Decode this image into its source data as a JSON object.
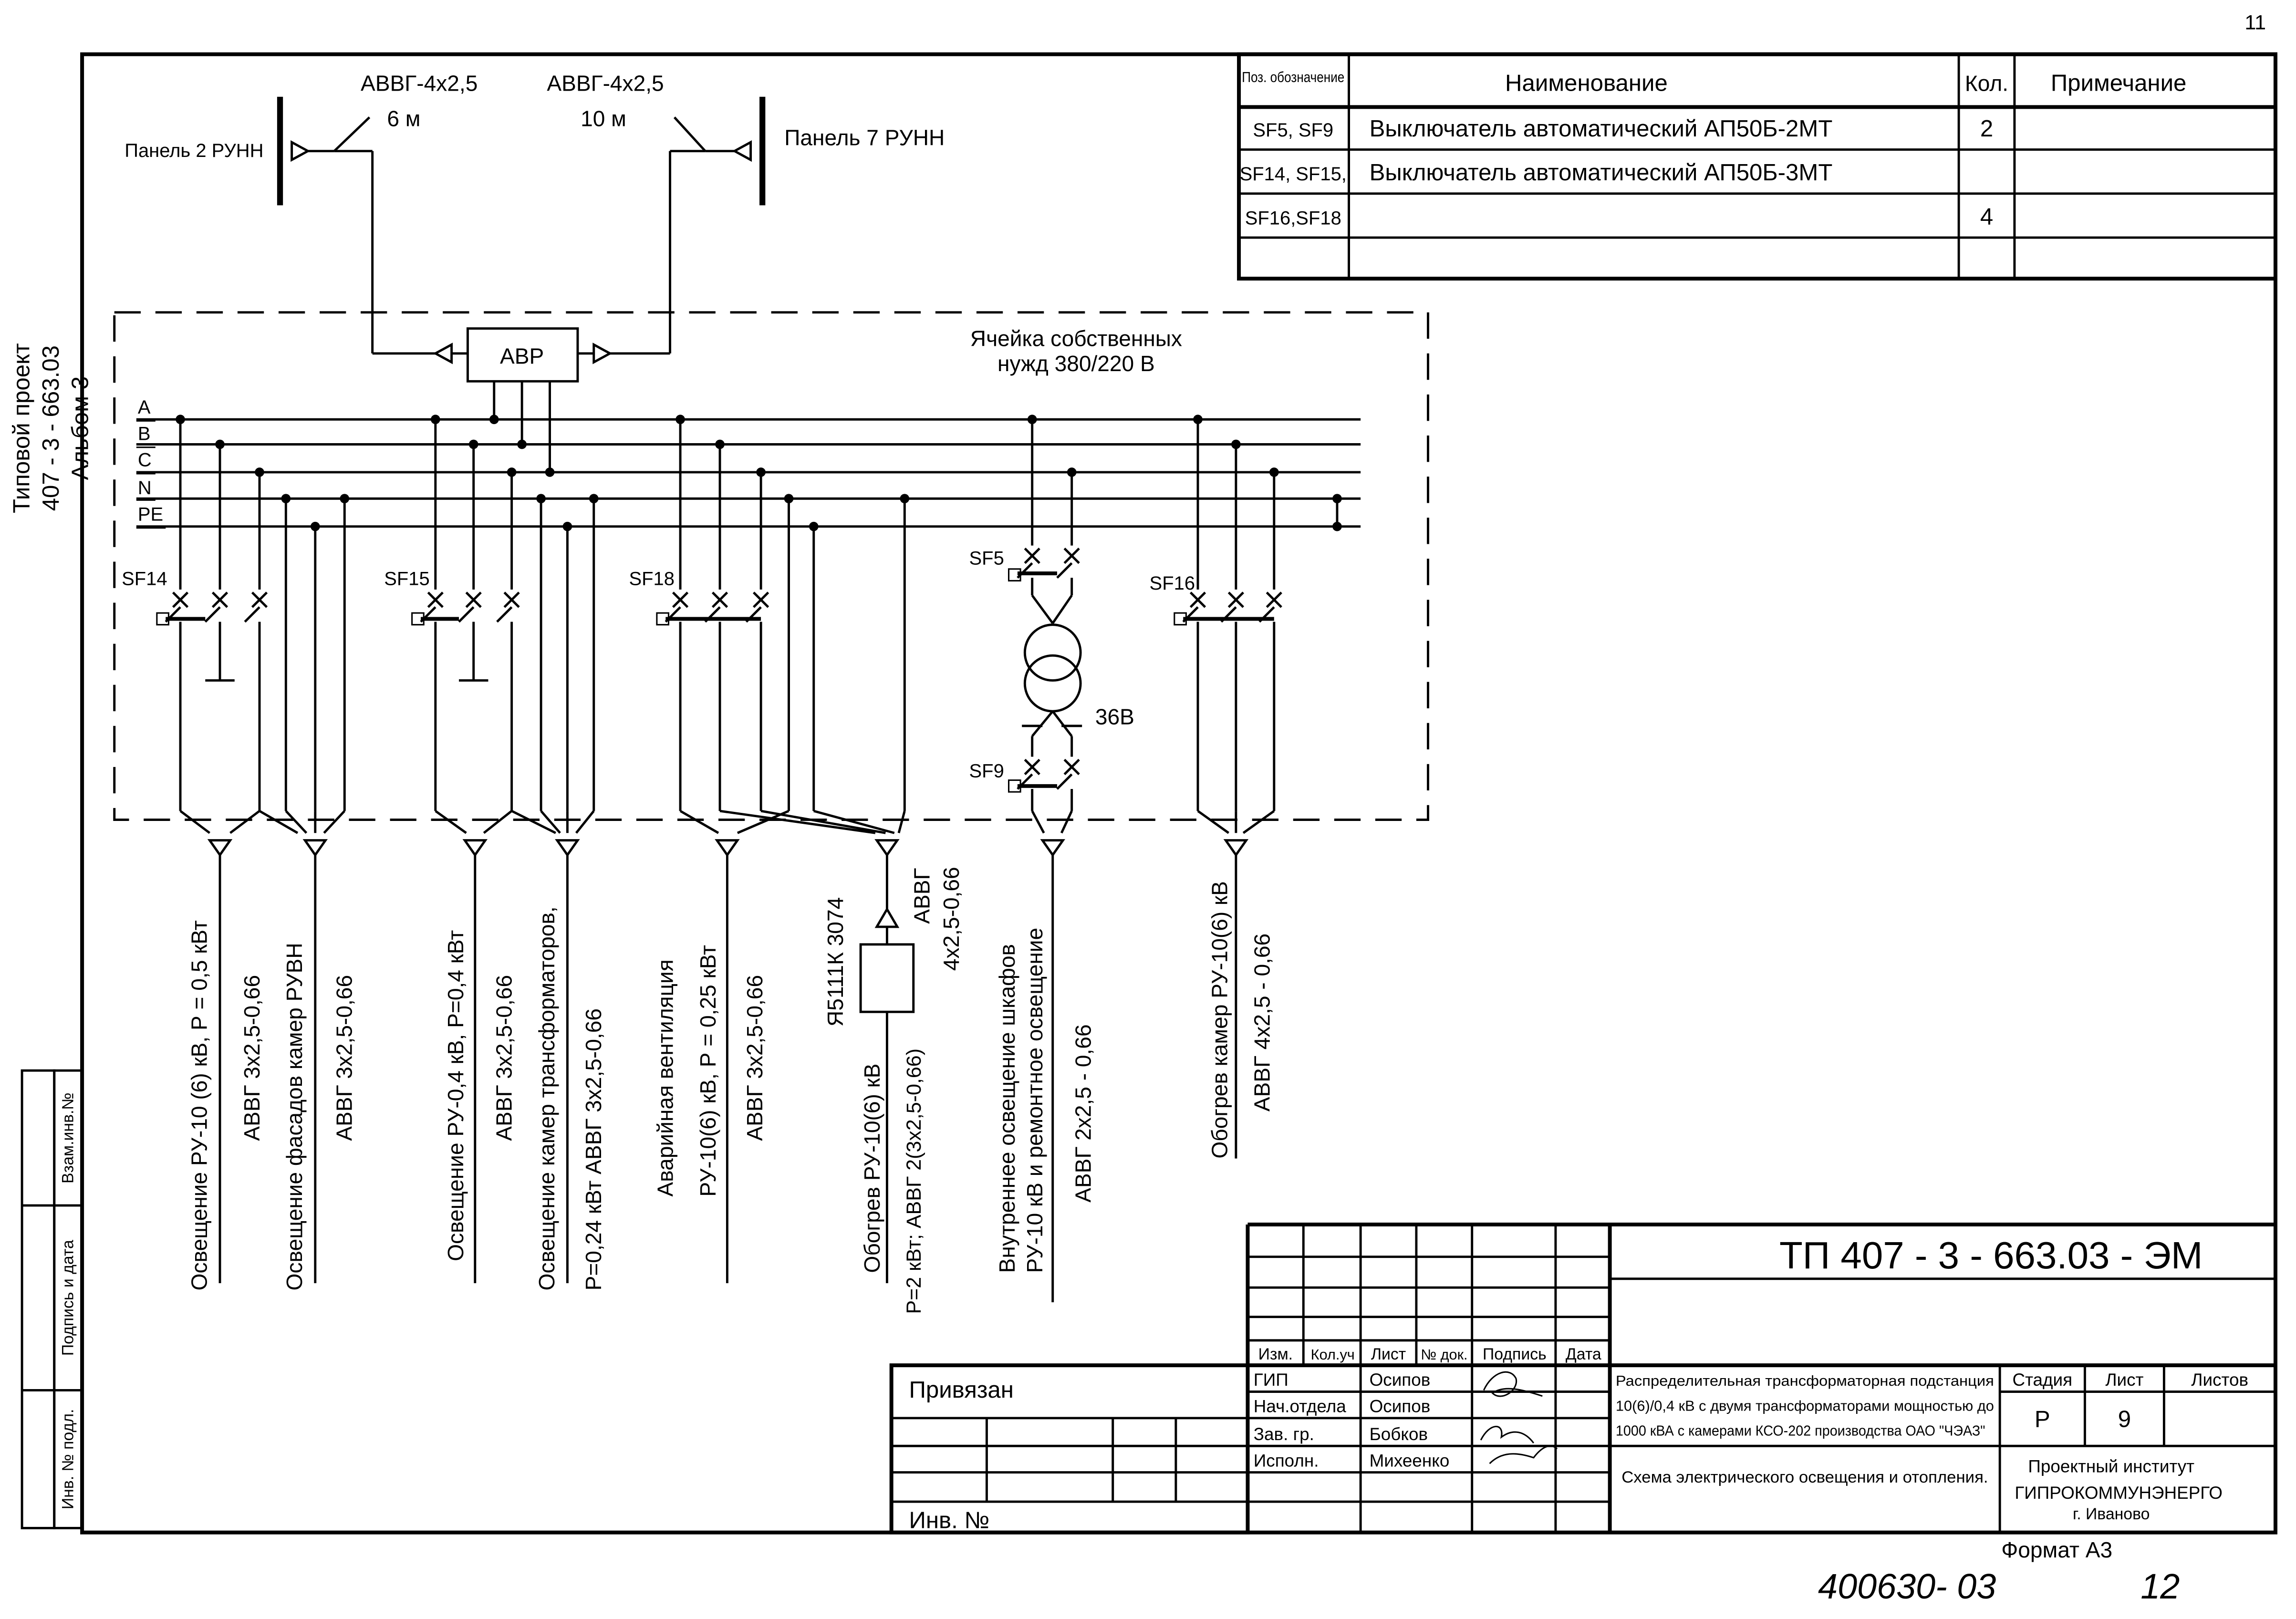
{
  "page_number": "11",
  "side_title": {
    "line1": "Типовой проект",
    "line2": "407 - 3 - 663.03",
    "line3": "Альбом 3"
  },
  "side_stamp": {
    "inv_zam": "Взам.инв.№",
    "sign_date": "Подпись и дата",
    "inv_podl": "Инв. № подл."
  },
  "feeders": {
    "cable1": "АВВГ-4х2,5",
    "len1": "6 м",
    "cable2": "АВВГ-4х2,5",
    "len2": "10 м",
    "panel_left": "Панель 2 РУНН",
    "panel_right": "Панель 7 РУНН"
  },
  "cell": {
    "title_line1": "Ячейка собственных",
    "title_line2": "нужд 380/220 В",
    "avr": "АВР"
  },
  "buses": [
    "A",
    "B",
    "C",
    "N",
    "PE"
  ],
  "breakers": [
    "SF14",
    "SF15",
    "SF18",
    "SF5",
    "SF9",
    "SF16"
  ],
  "transformer_voltage": "36В",
  "load_labels": {
    "l1": "Освещение РУ-10 (6) кВ, Р = 0,5 кВт",
    "c1": "АВВГ 3х2,5-0,66",
    "l2": "Освещение фасадов камер РУВН",
    "c2": "АВВГ 3х2,5-0,66",
    "l3": "Освещение РУ-0,4 кВ, Р=0,4 кВт",
    "c3": "АВВГ 3х2,5-0,66",
    "l4": "Освещение камер трансформаторов,",
    "l4b": "Р=0,24 кВт АВВГ 3х2,5-0,66",
    "l5": "Аварийная вентиляция",
    "l5b": "РУ-10(6) кВ, Р = 0,25 кВт",
    "c5": "АВВГ 3х2,5-0,66",
    "l6_box": "Я5111К 3074",
    "l6": "Обогрев РУ-10(6) кВ",
    "l6b": "Р=2 кВт;  АВВГ 2(3х2,5-0,66)",
    "c6a": "АВВГ",
    "c6b": "4х2,5-0,66",
    "l7": "Внутреннее освещение шкафов",
    "l7b": "РУ-10 кВ и ремонтное освещение",
    "c7": "АВВГ 2х2,5 - 0,66",
    "l8": "Обогрев камер РУ-10(6) кВ",
    "c8": "АВВГ 4х2,5 - 0,66"
  },
  "spec_table": {
    "headers": [
      "Поз. обозначение",
      "Наименование",
      "Кол.",
      "Примечание"
    ],
    "rows": [
      [
        "SF5, SF9",
        "Выключатель автоматический АП50Б-2МТ",
        "2",
        ""
      ],
      [
        "SF14, SF15,",
        "Выключатель автоматический АП50Б-3МТ",
        "",
        ""
      ],
      [
        "SF16,SF18",
        "",
        "4",
        ""
      ],
      [
        "",
        "",
        "",
        ""
      ]
    ]
  },
  "title_block": {
    "doc_code": "ТП  407 - 3 - 663.03 - ЭМ",
    "bound": "Привязан",
    "inv_no": "Инв. №",
    "cols": [
      "Изм.",
      "Кол.уч",
      "Лист",
      "№ док.",
      "Подпись",
      "Дата"
    ],
    "roles": [
      "ГИП",
      "Нач.отдела",
      "Зав. гр.",
      "Исполн."
    ],
    "names": [
      "Осипов",
      "Осипов",
      "Бобков",
      "Михеенко"
    ],
    "description_line1": "Распределительная трансформаторная подстанция",
    "description_line2": "10(6)/0,4 кВ с двумя трансформаторами мощностью до",
    "description_line3": "1000 кВА с камерами КСО-202 производства ОАО \"ЧЭАЗ\"",
    "drawing_name": "Схема электрического освещения и отопления.",
    "stage_label": "Стадия",
    "sheet_label": "Лист",
    "sheets_label": "Листов",
    "stage": "Р",
    "sheet": "9",
    "org_line1": "Проектный институт",
    "org_line2": "ГИПРОКОММУНЭНЕРГО",
    "org_line3": "г. Иваново",
    "format": "Формат А3",
    "handwritten_code": "400630- 03",
    "handwritten_page": "12"
  }
}
